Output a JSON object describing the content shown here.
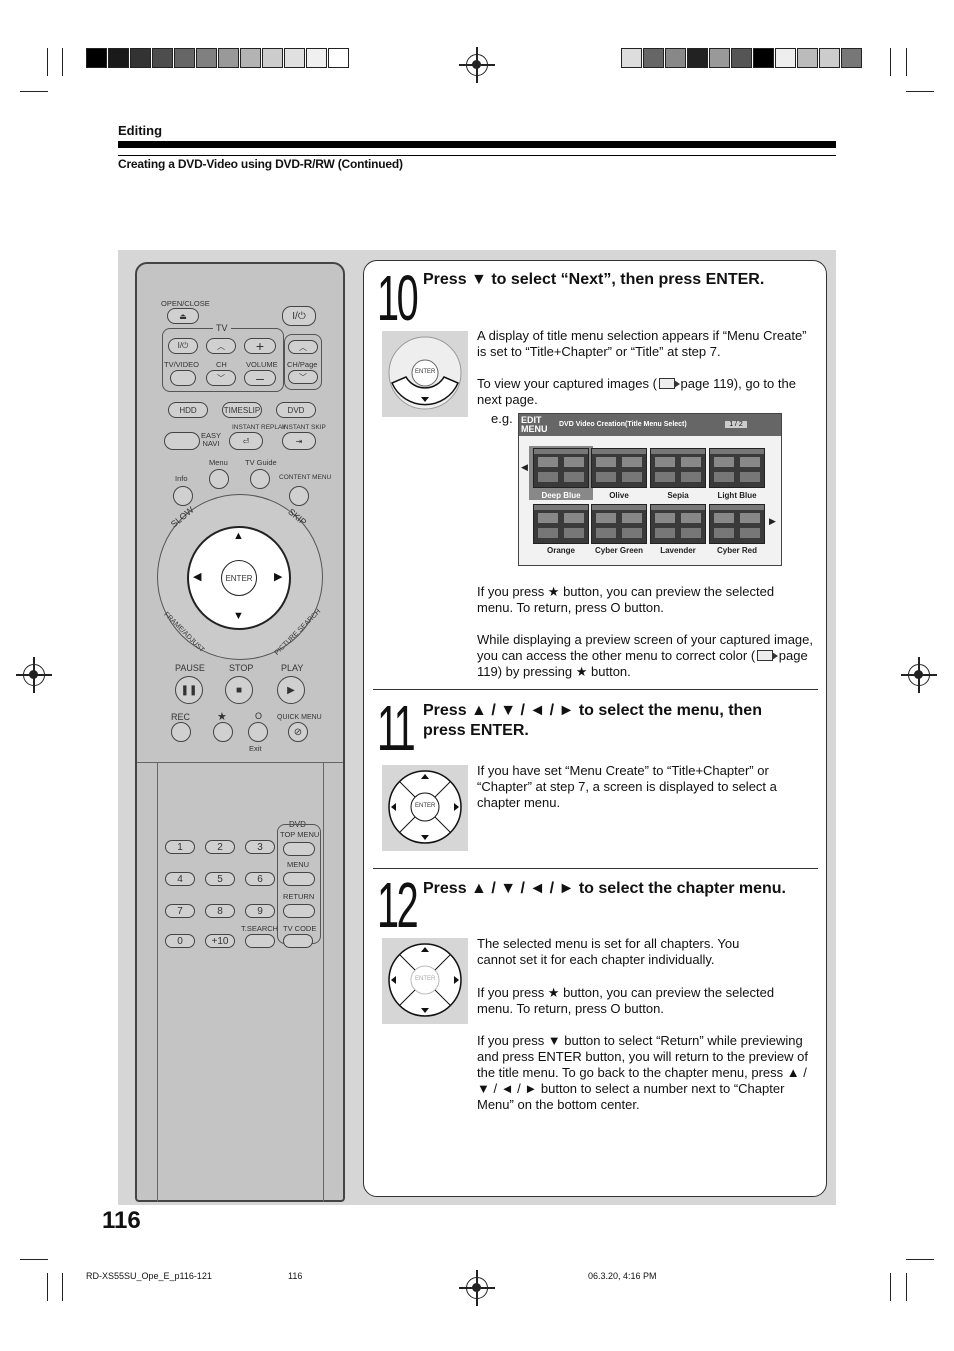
{
  "header": {
    "section": "Editing",
    "subtitle": "Creating a DVD-Video using DVD-R/RW (Continued)"
  },
  "remote": {
    "open_close": "OPEN/CLOSE",
    "tv": "TV",
    "power_symbol": "I/⏻",
    "tv_video": "TV/VIDEO",
    "ch": "CH",
    "volume": "VOLUME",
    "ch_page": "CH/Page",
    "hdd": "HDD",
    "timeslip": "TIMESLIP",
    "dvd": "DVD",
    "instant_replay": "INSTANT REPLAY",
    "instant_skip": "INSTANT SKIP",
    "easy_navi": "EASY NAVI",
    "menu": "Menu",
    "tv_guide": "TV Guide",
    "info": "Info",
    "content_menu": "CONTENT MENU",
    "slow": "SLOW",
    "skip": "SKIP",
    "enter": "ENTER",
    "frame_adjust": "FRAME/ADJUST",
    "picture_search": "PICTURE SEARCH",
    "pause": "PAUSE",
    "stop": "STOP",
    "play": "PLAY",
    "rec": "REC",
    "star": "★",
    "circle": "O",
    "quick_menu": "QUICK MENU",
    "exit": "Exit",
    "dvd_top_menu": "TOP MENU",
    "dvd_label": "DVD",
    "menu2": "MENU",
    "return": "RETURN",
    "tsearch": "T.SEARCH",
    "tv_code": "TV CODE",
    "keys": [
      "1",
      "2",
      "3",
      "4",
      "5",
      "6",
      "7",
      "8",
      "9",
      "0",
      "+10"
    ]
  },
  "steps": [
    {
      "number": "10",
      "heading": "Press ▼ to select “Next”, then press ENTER.",
      "enter_label": "ENTER",
      "para1": "A display of title menu selection appears if “Menu Create” is set to “Title+Chapter” or “Title” at step 7.",
      "para2_a": "To view your captured images (",
      "para2_b": " page 119), go to the next page.",
      "eg": "e.g.",
      "para3": "If you press ★ button, you can preview the selected menu. To return, press O button.",
      "para4_a": "While displaying a preview screen of your captured image, you can access the other menu to correct color (",
      "para4_b": " page 119) by pressing ★ button."
    },
    {
      "number": "11",
      "heading": "Press ▲ / ▼ / ◄ / ► to select the menu, then press ENTER.",
      "enter_label": "ENTER",
      "para1": "If you have set “Menu Create” to “Title+Chapter” or “Chapter” at step 7, a screen is displayed to select a chapter menu."
    },
    {
      "number": "12",
      "heading": "Press ▲ / ▼ / ◄ / ► to select the chapter menu.",
      "enter_label": "ENTER",
      "para1": "The selected menu is set for all chapters. You cannot set it for each chapter individually.",
      "para2": "If you press ★ button, you can preview the selected menu. To return, press O button.",
      "para3": "If you press ▼ button to select “Return” while previewing and press ENTER button, you will return to the preview of the title menu. To go back to the chapter menu, press ▲ / ▼ / ◄ / ► button to select a number next to “Chapter Menu” on the bottom center."
    }
  ],
  "menu_screen": {
    "logo": "EDIT MENU",
    "title": "DVD Video Creation(Title Menu Select)",
    "page": "1 / 2",
    "items": [
      "Deep Blue",
      "Olive",
      "Sepia",
      "Light Blue",
      "Orange",
      "Cyber Green",
      "Lavender",
      "Cyber Red"
    ]
  },
  "page_number": "116",
  "footer": {
    "file": "RD-XS55SU_Ope_E_p116-121",
    "page": "116",
    "date": "06.3.20, 4:16 PM"
  },
  "colors": {
    "panel": "#d6d6d6",
    "remote": "#c4c4c4",
    "selected_menu": "#888888"
  }
}
